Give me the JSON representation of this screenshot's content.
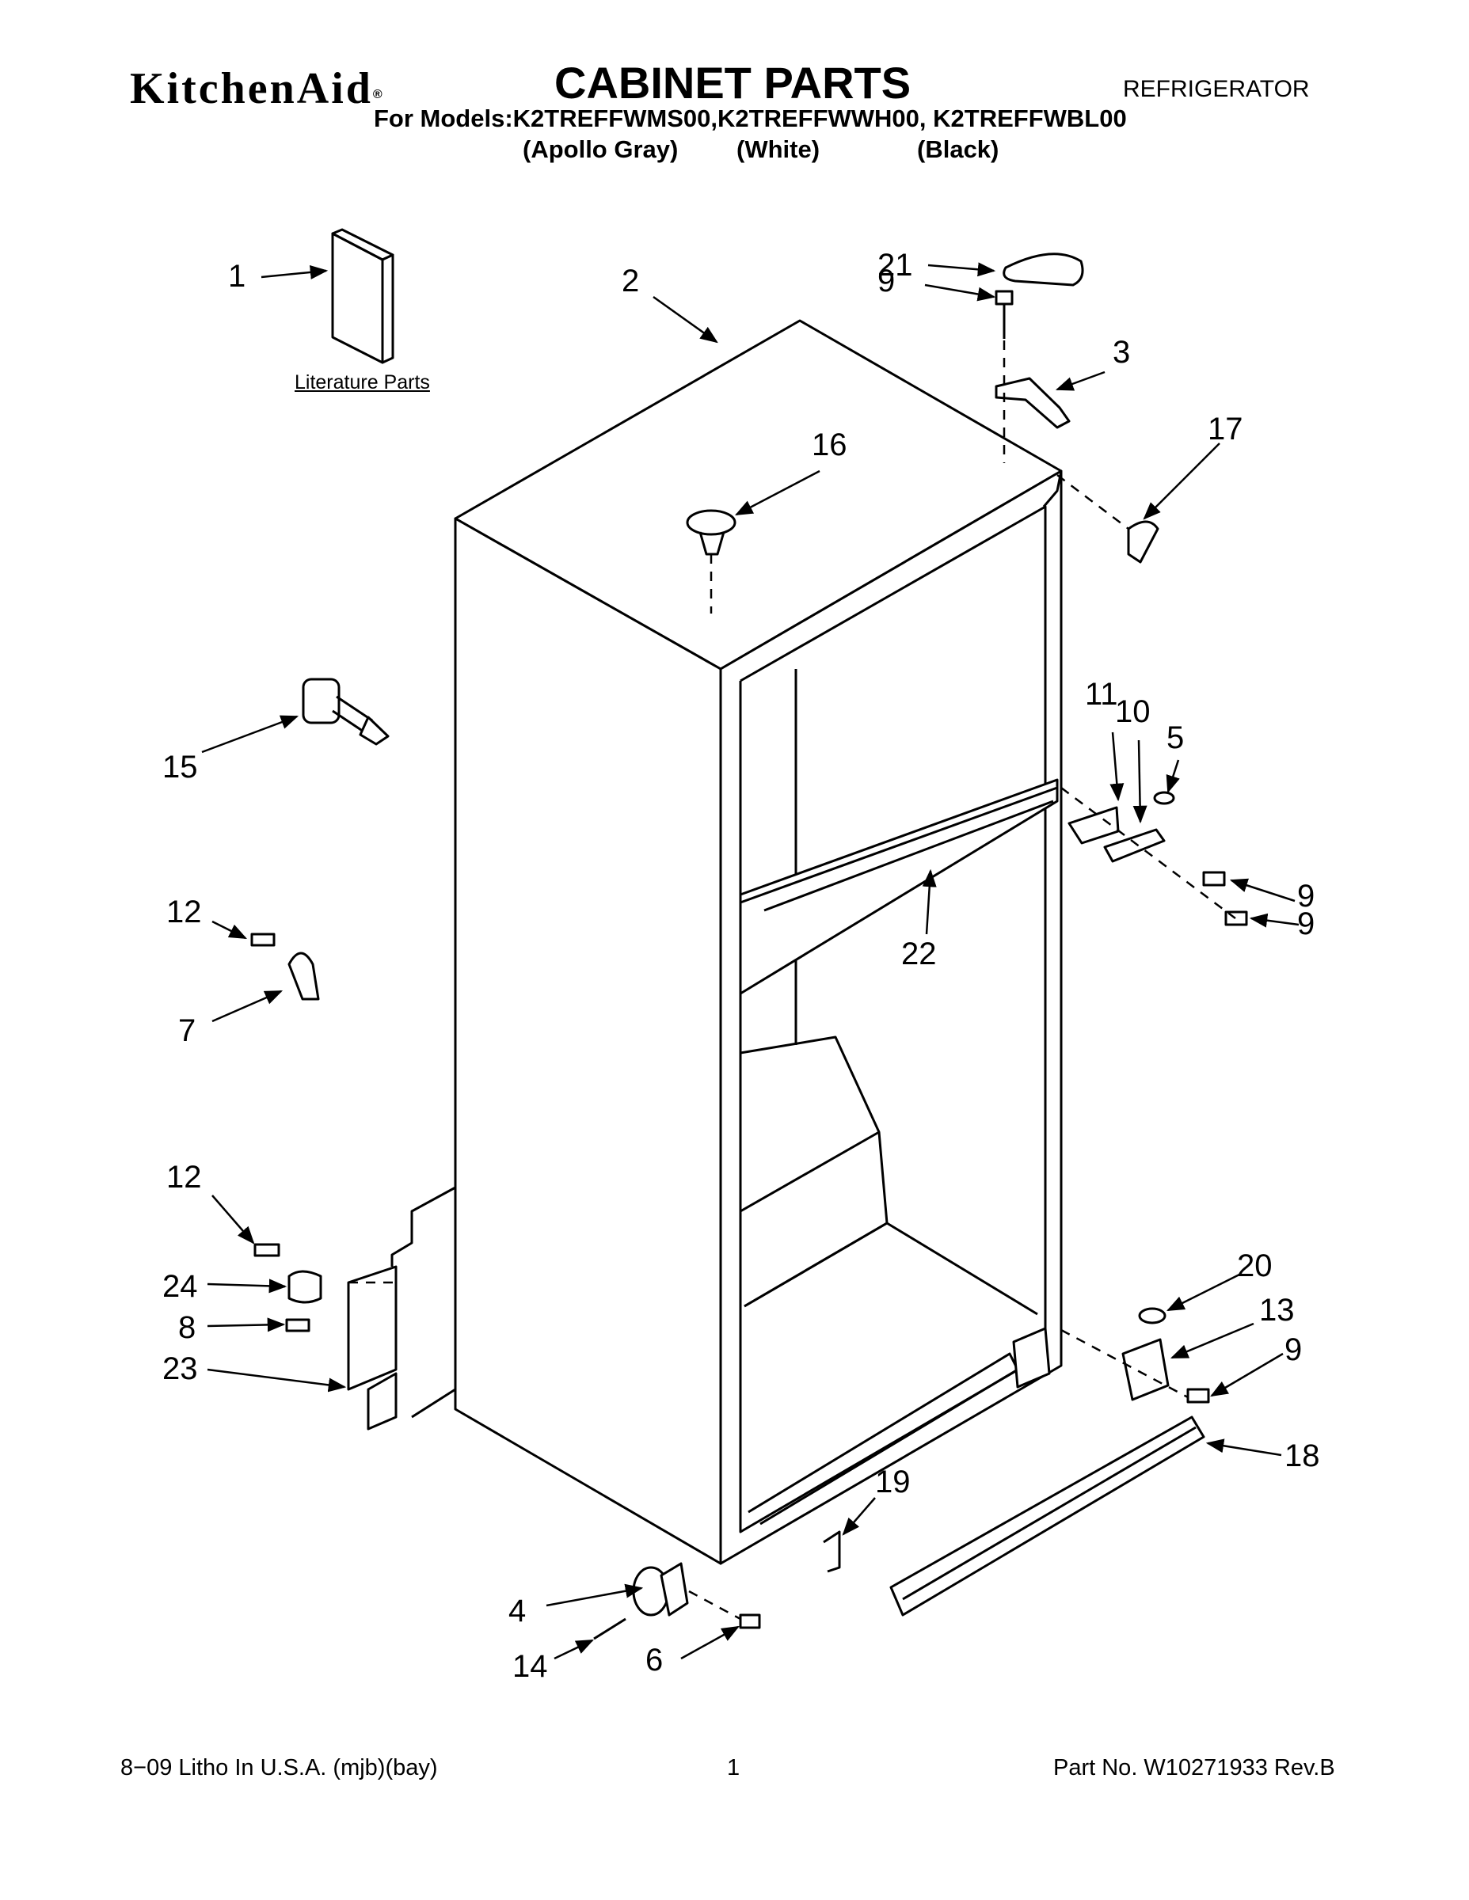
{
  "header": {
    "brand": "KitchenAid",
    "brand_mark": "®",
    "title": "CABINET PARTS",
    "product": "REFRIGERATOR",
    "models_line": "For Models:K2TREFFWMS00,K2TREFFWWH00, K2TREFFWBL00",
    "finishes": [
      "(Apollo Gray)",
      "(White)",
      "(Black)"
    ]
  },
  "literature_label": "Literature Parts",
  "callouts": [
    "1",
    "2",
    "21",
    "9",
    "3",
    "17",
    "16",
    "15",
    "11",
    "10",
    "5",
    "9",
    "12",
    "22",
    "7",
    "9",
    "12",
    "20",
    "24",
    "13",
    "8",
    "9",
    "23",
    "18",
    "19",
    "4",
    "14",
    "6"
  ],
  "footer": {
    "litho": "8−09 Litho In U.S.A. (mjb)(bay)",
    "page": "1",
    "part_no": "Part No. W10271933 Rev.B"
  }
}
